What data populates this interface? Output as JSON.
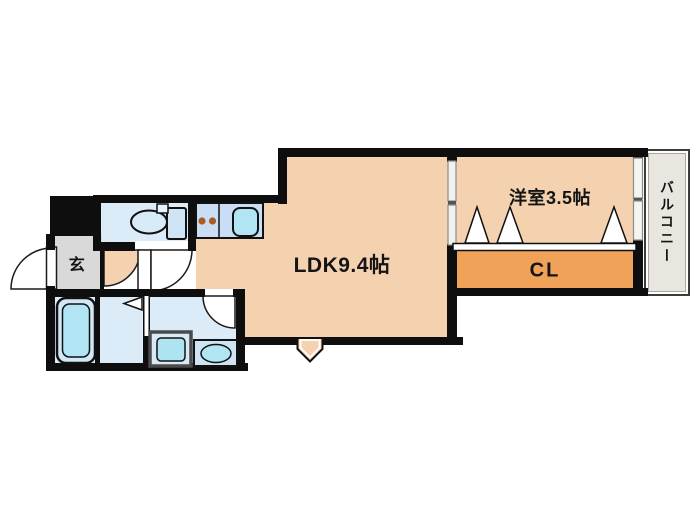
{
  "floorplan": {
    "rooms": {
      "ldk": {
        "label": "LDK9.4帖"
      },
      "bedroom": {
        "label": "洋室3.5帖"
      },
      "closet": {
        "label": "CL"
      },
      "balcony": {
        "label": "バルコニー"
      },
      "entrance": {
        "label": "玄"
      }
    },
    "colors": {
      "room_floor": "#f4d2b0",
      "closet_fill": "#efa258",
      "wet_room_fill": "#dcebf8",
      "fixture_fill": "#b2e5f3",
      "kitchen_counter_fill": "#c9def4",
      "entrance_fill": "#d9d9d9",
      "balcony_fill": "#e9e6e0",
      "wall": "#0e0e0e",
      "burner_dot": "#ad5b22",
      "background": "#ffffff"
    }
  }
}
